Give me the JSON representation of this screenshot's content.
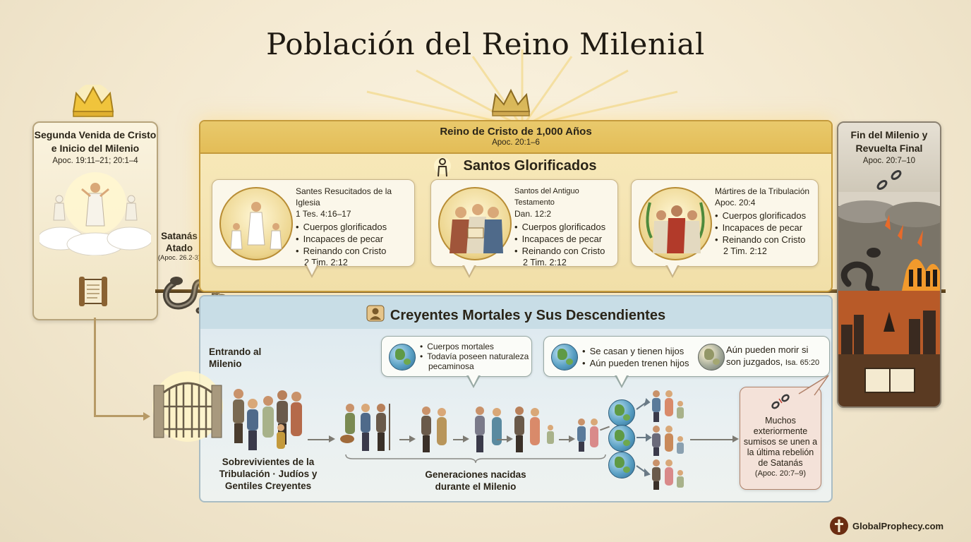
{
  "title": "Población del Reino Milenial",
  "left_panel": {
    "title_line1": "Segunda Venida de Cristo",
    "title_line2": "e Inicio del Milenio",
    "ref": "Apoc. 19:11–21; 20:1–4"
  },
  "satan": {
    "line1": "Satanás",
    "line2": "Atado",
    "ref": "(Apoc. 26.2-3)"
  },
  "kingdom": {
    "title": "Reino de Cristo de 1,000 Años",
    "ref": "Apoc. 20:1–6",
    "saints_heading": "Santos Glorificados",
    "cards": [
      {
        "name": "Santes Resucitados de la Iglesia",
        "ref": "1 Tes. 4:16–17",
        "bullets": [
          "Cuerpos glorificados",
          "Incapaces de pecar",
          "Reinando con Cristo"
        ],
        "ref2": "2 Tim. 2:12"
      },
      {
        "name": "Santos del Antiguo Testamento",
        "ref": "Dan. 12:2",
        "bullets": [
          "Cuerpos glorificados",
          "Incapaces de pecar",
          "Reinando con Cristo"
        ],
        "ref2": "2 Tim. 2:12"
      },
      {
        "name": "Mártires de la Tribulación",
        "ref": "Apoc. 20:4",
        "bullets": [
          "Cuerpos glorificados",
          "Incapaces de pecar",
          "Reinando con Cristo"
        ],
        "ref2": "2 Tim. 2:12"
      }
    ]
  },
  "mortal": {
    "title": "Creyentes Mortales y Sus Descendientes",
    "entering_line1": "Entrando al",
    "entering_line2": "Milenio",
    "bubble1": [
      "Cuerpos mortales",
      "Todavía poseen naturaleza",
      "pecaminosa"
    ],
    "bubble2": [
      "Se casan y tienen hijos",
      "Aún pueden trenen hijos"
    ],
    "bubble3_line1": "Aún pueden morir si",
    "bubble3_line2": "son juzgados,",
    "bubble3_ref": "Isa. 65:20",
    "survivors_line1": "Sobrevivientes de la",
    "survivors_line2": "Tribulación · Judíos y",
    "survivors_line3": "Gentiles Creyentes",
    "generations_line1": "Generaciones nacidas",
    "generations_line2": "durante el Milenio"
  },
  "right_panel": {
    "title_line1": "Fin del Milenio y",
    "title_line2": "Revuelta Final",
    "ref": "Apoc. 20:7–10"
  },
  "rebel": {
    "line1": "Muchos",
    "line2": "exteriormente",
    "line3": "sumisos se unen a",
    "line4": "la última rebelión",
    "line5": "de Satanás",
    "ref": "(Apoc. 20:7–9)"
  },
  "footer": "GlobalProphecy.com",
  "colors": {
    "gold": "#e3bd57",
    "gold_border": "#c49a3c",
    "mortal_blue": "#c8dde6",
    "timeline_brown": "#5a4020",
    "rebel_rose": "#f4e2d9"
  },
  "icons": [
    "crown-icon",
    "scroll-icon",
    "serpent-icon",
    "chain-icon",
    "person-icon",
    "globe-icon",
    "gate-icon",
    "book-icon",
    "broken-chain-icon"
  ]
}
